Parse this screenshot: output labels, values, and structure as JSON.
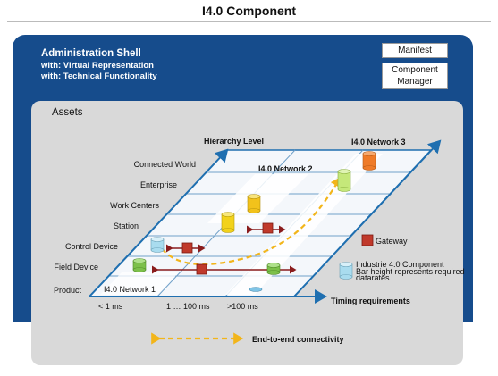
{
  "title": "I4.0 Component",
  "shell": {
    "title": "Administration Shell",
    "line1": "with: Virtual Representation",
    "line2": "with: Technical Functionality",
    "manifest": "Manifest",
    "component_manager_line1": "Component",
    "component_manager_line2": "Manager"
  },
  "assets": {
    "label": "Assets",
    "hierarchy_axis": "Hierarchy Level",
    "timing_axis": "Timing requirements",
    "levels": [
      "Product",
      "Field Device",
      "Control Device",
      "Station",
      "Work Centers",
      "Enterprise",
      "Connected World"
    ],
    "timing_ticks": [
      "< 1  ms",
      "1 … 100   ms",
      ">100  ms"
    ],
    "networks": [
      "I4.0 Network 1",
      "I4.0 Network 2",
      "I4.0 Network 3"
    ]
  },
  "legend": {
    "gateway": "Gateway",
    "component_title": "Industrie 4.0 Component",
    "component_note_line1": "Bar height represents required",
    "component_note_line2": "datarates",
    "connectivity": "End-to-end connectivity"
  },
  "colors": {
    "shell_blue": "#164c8c",
    "axis_blue": "#1f6fb0",
    "panel_gray": "#d9d9d9",
    "gateway_red": "#c0392b",
    "connectivity_yellow": "#f2b51a",
    "cylinder_blue": "#a9dcef",
    "cylinder_green": "#7cc04a",
    "cylinder_yellow": "#f2d21b",
    "cylinder_lightgreen": "#c5e87a",
    "cylinder_orange": "#ef7b28"
  }
}
